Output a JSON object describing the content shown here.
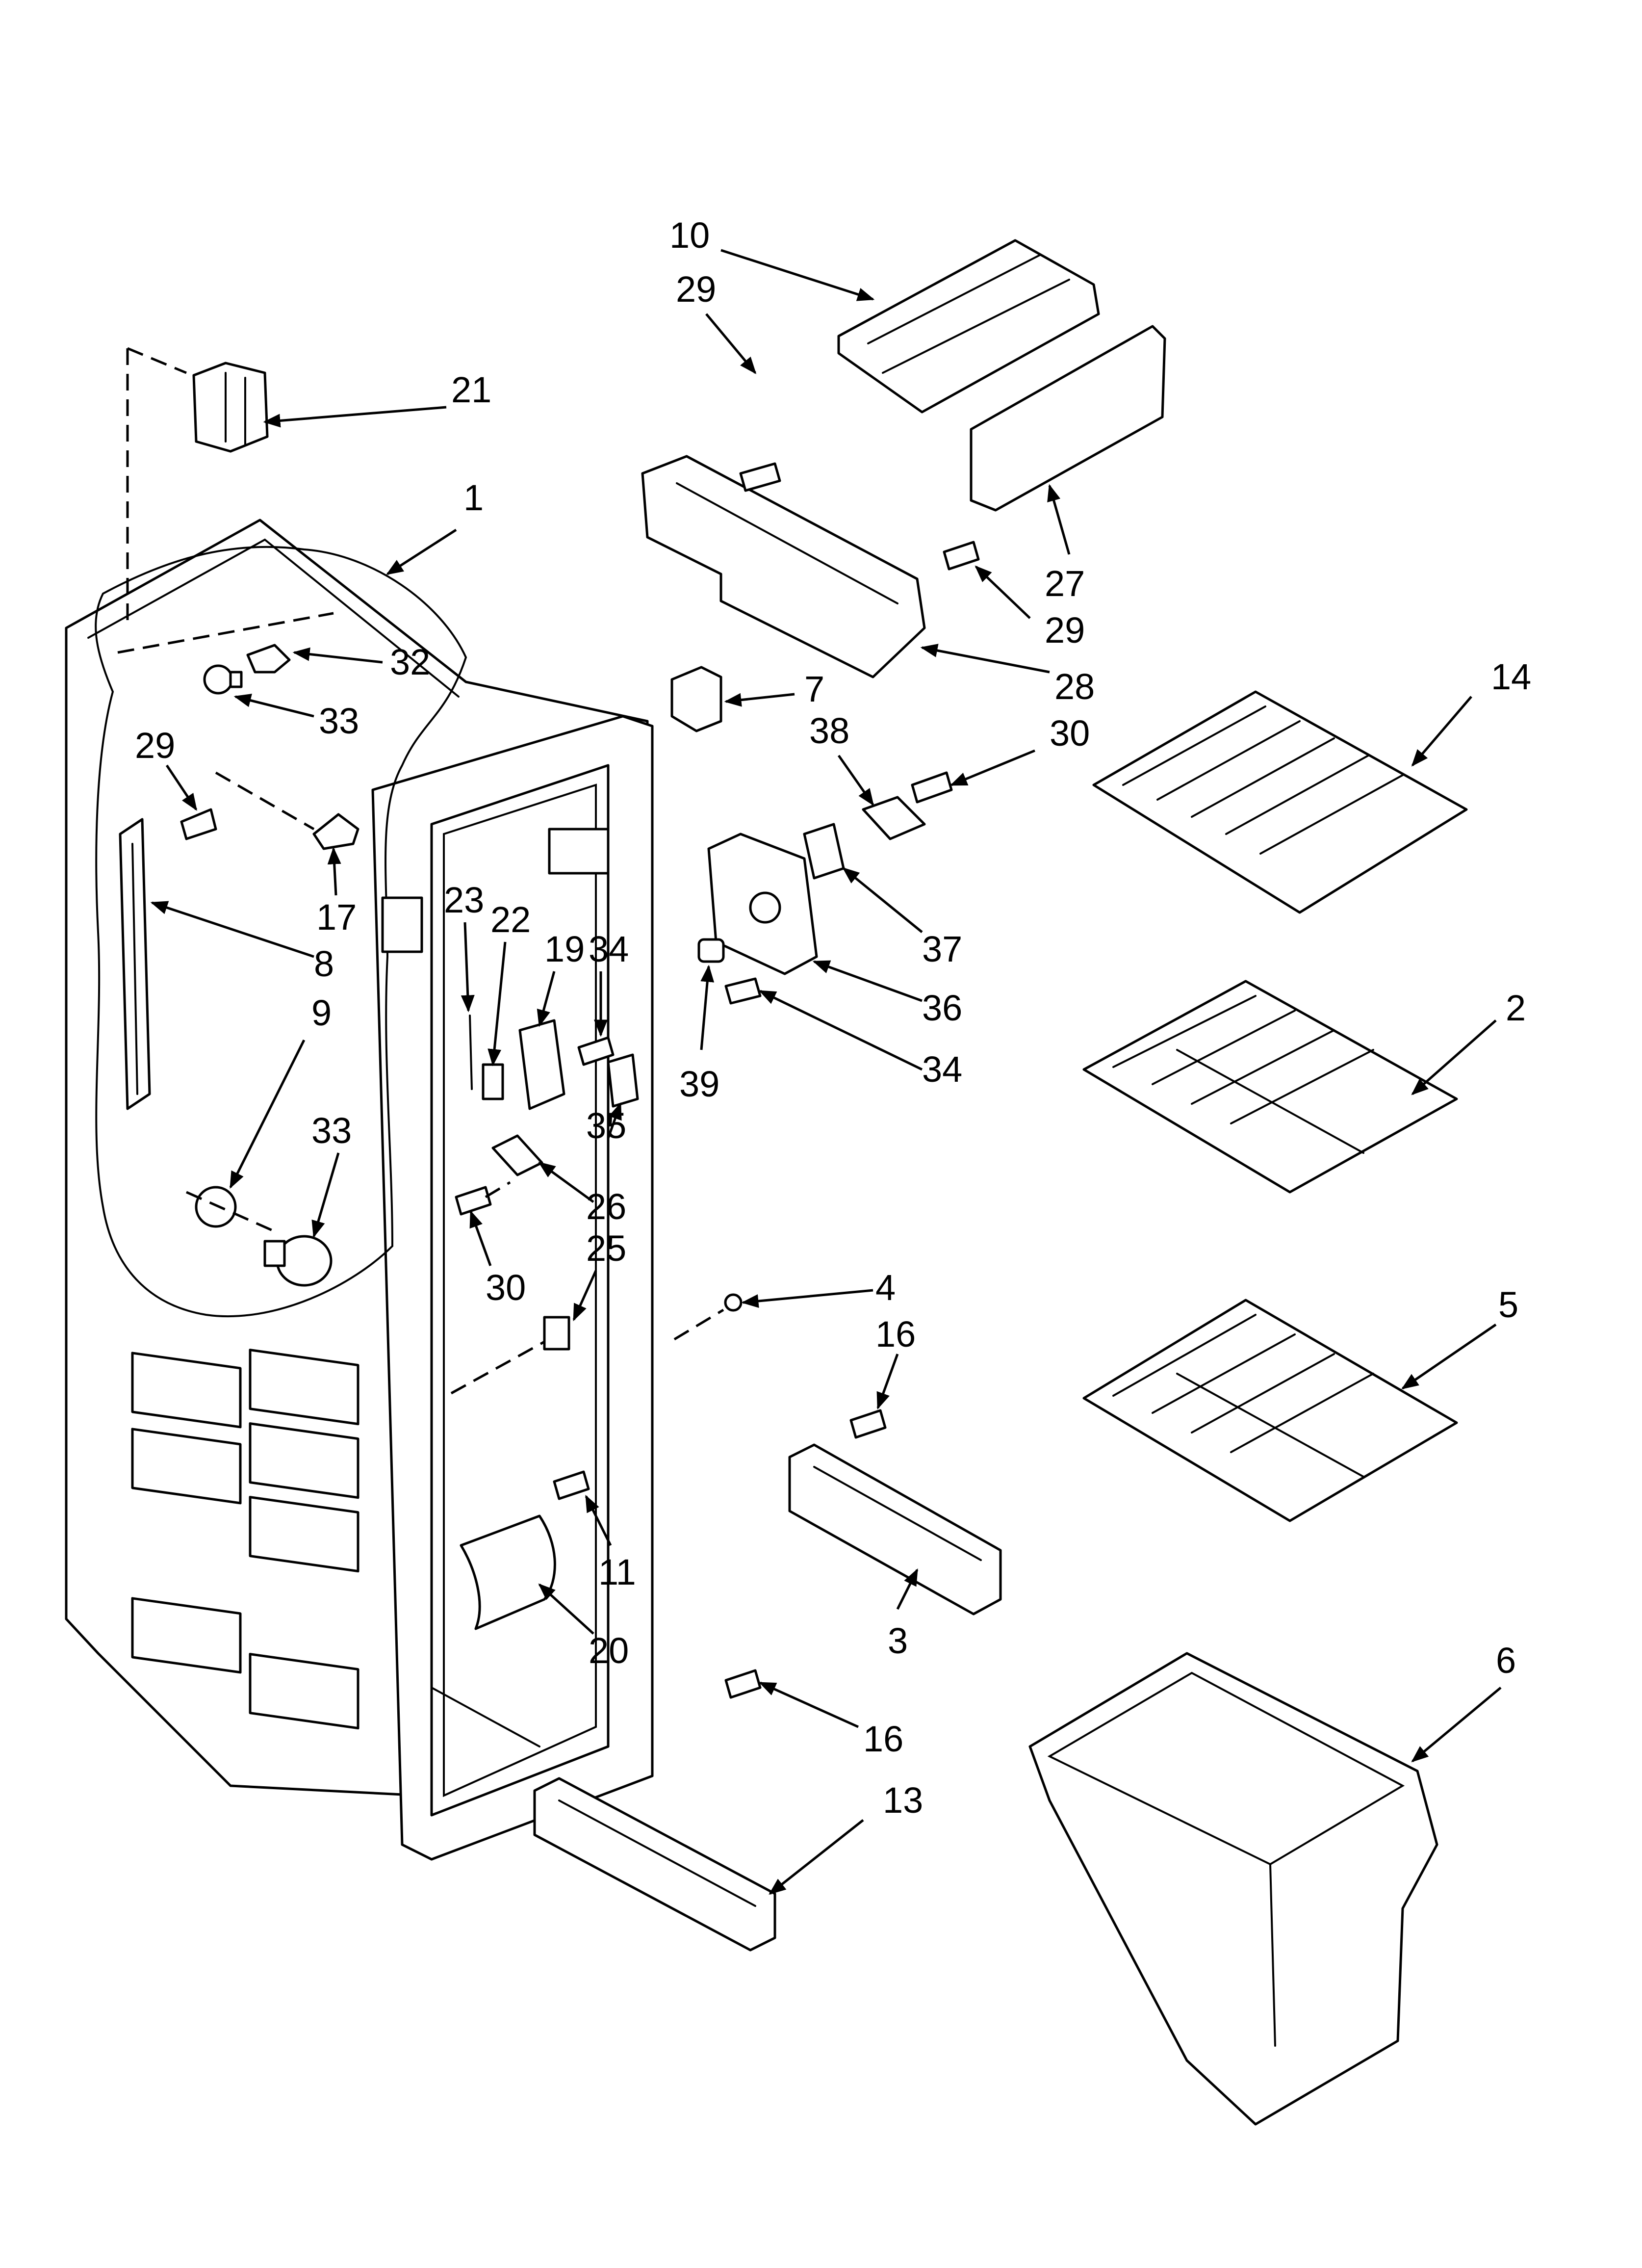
{
  "diagram": {
    "type": "exploded-parts-view",
    "callouts": [
      {
        "id": "c10a",
        "label": "10"
      },
      {
        "id": "c29a",
        "label": "29"
      },
      {
        "id": "c21",
        "label": "21"
      },
      {
        "id": "c1",
        "label": "1"
      },
      {
        "id": "c32",
        "label": "32"
      },
      {
        "id": "c33a",
        "label": "33"
      },
      {
        "id": "c27",
        "label": "27"
      },
      {
        "id": "c29b",
        "label": "29"
      },
      {
        "id": "c28",
        "label": "28"
      },
      {
        "id": "c7",
        "label": "7"
      },
      {
        "id": "c38",
        "label": "38"
      },
      {
        "id": "c30a",
        "label": "30"
      },
      {
        "id": "c14",
        "label": "14"
      },
      {
        "id": "c29c",
        "label": "29"
      },
      {
        "id": "c17",
        "label": "17"
      },
      {
        "id": "c8",
        "label": "8"
      },
      {
        "id": "c9",
        "label": "9"
      },
      {
        "id": "c23",
        "label": "23"
      },
      {
        "id": "c22",
        "label": "22"
      },
      {
        "id": "c19",
        "label": "19"
      },
      {
        "id": "c34a",
        "label": "34"
      },
      {
        "id": "c37",
        "label": "37"
      },
      {
        "id": "c36",
        "label": "36"
      },
      {
        "id": "c39",
        "label": "39"
      },
      {
        "id": "c34b",
        "label": "34"
      },
      {
        "id": "c2",
        "label": "2"
      },
      {
        "id": "c33b",
        "label": "33"
      },
      {
        "id": "c35",
        "label": "35"
      },
      {
        "id": "c26",
        "label": "26"
      },
      {
        "id": "c30b",
        "label": "30"
      },
      {
        "id": "c25",
        "label": "25"
      },
      {
        "id": "c4",
        "label": "4"
      },
      {
        "id": "c16a",
        "label": "16"
      },
      {
        "id": "c5",
        "label": "5"
      },
      {
        "id": "c11",
        "label": "11"
      },
      {
        "id": "c20",
        "label": "20"
      },
      {
        "id": "c3",
        "label": "3"
      },
      {
        "id": "c6",
        "label": "6"
      },
      {
        "id": "c16b",
        "label": "16"
      },
      {
        "id": "c13",
        "label": "13"
      }
    ]
  }
}
